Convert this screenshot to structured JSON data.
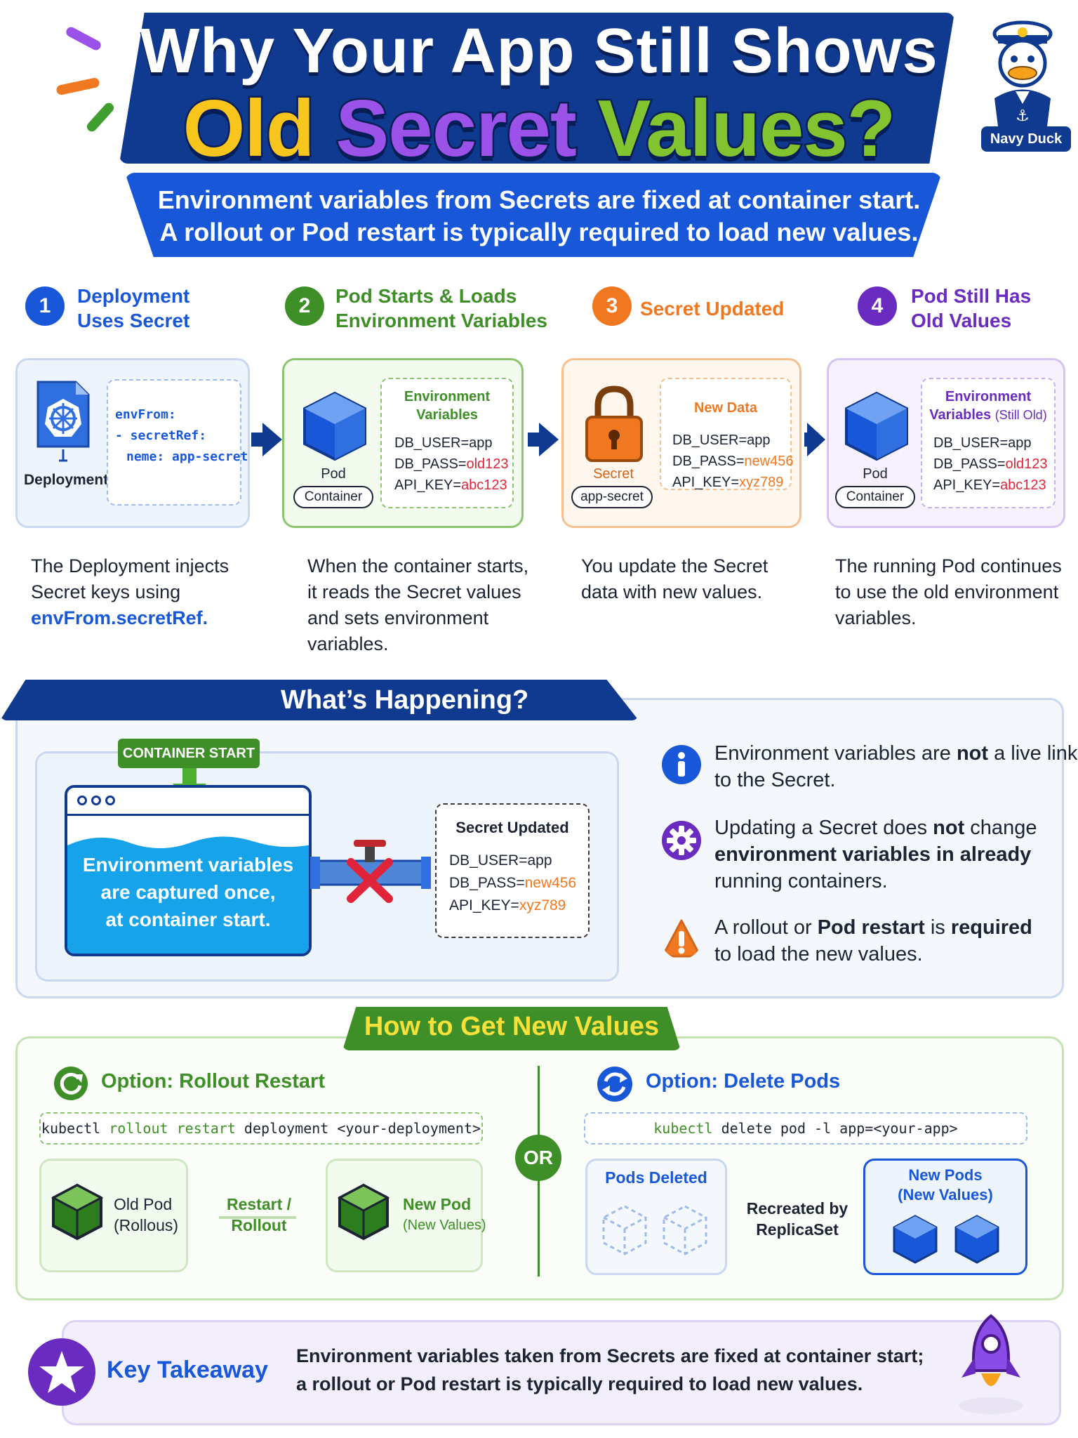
{
  "header": {
    "title_line1": "Why Your App Still Shows",
    "title_old": "Old",
    "title_secret": "Secret",
    "title_values": "Values?",
    "subtitle_line1": "Environment variables from Secrets are fixed at container start.",
    "subtitle_line2": "A rollout or Pod restart is typically required to load new values.",
    "mascot_label": "Navy Duck"
  },
  "colors": {
    "navy": "#0f3a8f",
    "blue": "#1858d8",
    "green": "#3e8f27",
    "orange": "#f07820",
    "purple": "#6a2cc0",
    "old_value_red": "#e0253a",
    "new_value_orange": "#f07820"
  },
  "steps": [
    {
      "number": "1",
      "title_line1": "Deployment",
      "title_line2": "Uses Secret",
      "icon": "kubernetes-helm-icon",
      "icon_label": "Deployment",
      "config_lines": [
        "envFrom:",
        "- secretRef:",
        "neme: app-secret"
      ],
      "description_lines": [
        "The Deployment injects",
        "Secret keys using"
      ],
      "description_code": "envFrom.secretRef."
    },
    {
      "number": "2",
      "title_line1": "Pod Starts & Loads",
      "title_line2": "Environment Variables",
      "icon": "cube-icon",
      "icon_label": "Pod",
      "pill_label": "Container",
      "box_title_line1": "Environment",
      "box_title_line2": "Variables",
      "env": [
        {
          "key": "DB_USER=",
          "value": "app",
          "highlight": false
        },
        {
          "key": "DB_PASS=",
          "value": "old123",
          "highlight": "old"
        },
        {
          "key": "API_KEY=",
          "value": "abc123",
          "highlight": "old"
        }
      ],
      "description_lines": [
        "When the container starts,",
        "it reads the Secret values",
        "and sets environment",
        "variables."
      ]
    },
    {
      "number": "3",
      "title_line1": "Secret Updated",
      "title_line2": "",
      "icon": "lock-icon",
      "icon_label": "Secret",
      "pill_label": "app-secret",
      "box_title_line1": "New Data",
      "env": [
        {
          "key": "DB_USER=",
          "value": "app",
          "highlight": false
        },
        {
          "key": "DB_PASS=",
          "value": "new456",
          "highlight": "new"
        },
        {
          "key": "API_KEY=",
          "value": "xyz789",
          "highlight": "new"
        }
      ],
      "description_lines": [
        "You update the Secret",
        "data with new values."
      ]
    },
    {
      "number": "4",
      "title_line1": "Pod Still Has",
      "title_line2": "Old Values",
      "icon": "cube-icon",
      "icon_label": "Pod",
      "pill_label": "Container",
      "box_title_line1": "Environment",
      "box_title_line2": "Variables",
      "box_title_suffix": "(Still Old)",
      "env": [
        {
          "key": "DB_USER=",
          "value": "app",
          "highlight": false
        },
        {
          "key": "DB_PASS=",
          "value": "old123",
          "highlight": "old"
        },
        {
          "key": "API_KEY=",
          "value": "abc123",
          "highlight": "old"
        }
      ],
      "description_lines": [
        "The running Pod continues",
        "to use the old environment",
        "variables."
      ]
    }
  ],
  "happening": {
    "title": "What’s Happening?",
    "container_start_label": "CONTAINER START",
    "window_text_lines": [
      "Environment variables",
      "are captured once,",
      "at container start."
    ],
    "secret_box_title": "Secret Updated",
    "secret_env": [
      {
        "key": "DB_USER=",
        "value": "app",
        "highlight": false
      },
      {
        "key": "DB_PASS=",
        "value": "new456",
        "highlight": "new"
      },
      {
        "key": "API_KEY=",
        "value": "xyz789",
        "highlight": "new"
      }
    ],
    "points": [
      {
        "icon": "info-icon",
        "a": "Environment variables are ",
        "b": "not",
        "c": " a live link",
        "line2": "to the Secret."
      },
      {
        "icon": "gear-icon",
        "a": "Updating a Secret does ",
        "b": "not",
        "c": " change",
        "line2_bold": "environment variables in already",
        "line3": "running containers."
      },
      {
        "icon": "warning-icon",
        "a": "A rollout or ",
        "b": "Pod restart",
        "c": " is ",
        "d": "required",
        "line2": "to load the new values."
      }
    ]
  },
  "howto": {
    "title": "How to Get New Values",
    "or_label": "OR",
    "option1": {
      "title": "Option: Rollout Restart",
      "cmd_1": "kubectl ",
      "cmd_2": "rollout ",
      "cmd_3": "restart ",
      "cmd_4": "deployment ",
      "cmd_5": "<your-deployment>",
      "old_pod_line1": "Old Pod",
      "old_pod_line2": "(Rollous)",
      "restart_line1": "Restart /",
      "restart_line2": "Rollout",
      "new_pod_line1": "New Pod",
      "new_pod_line2": "(New Values)"
    },
    "option2": {
      "title": "Option: Delete Pods",
      "cmd_1": "kubectl ",
      "cmd_2": "delete pod -l app=<your-app>",
      "deleted_label": "Pods Deleted",
      "recreated_line1": "Recreated by",
      "recreated_line2": "ReplicaSet",
      "new_pods_line1": "New Pods",
      "new_pods_line2": "(New Values)"
    }
  },
  "takeaway": {
    "label": "Key Takeaway",
    "line1": "Environment variables taken from Secrets are fixed at container start;",
    "line2": "a rollout or Pod restart is typically required to load new values."
  }
}
